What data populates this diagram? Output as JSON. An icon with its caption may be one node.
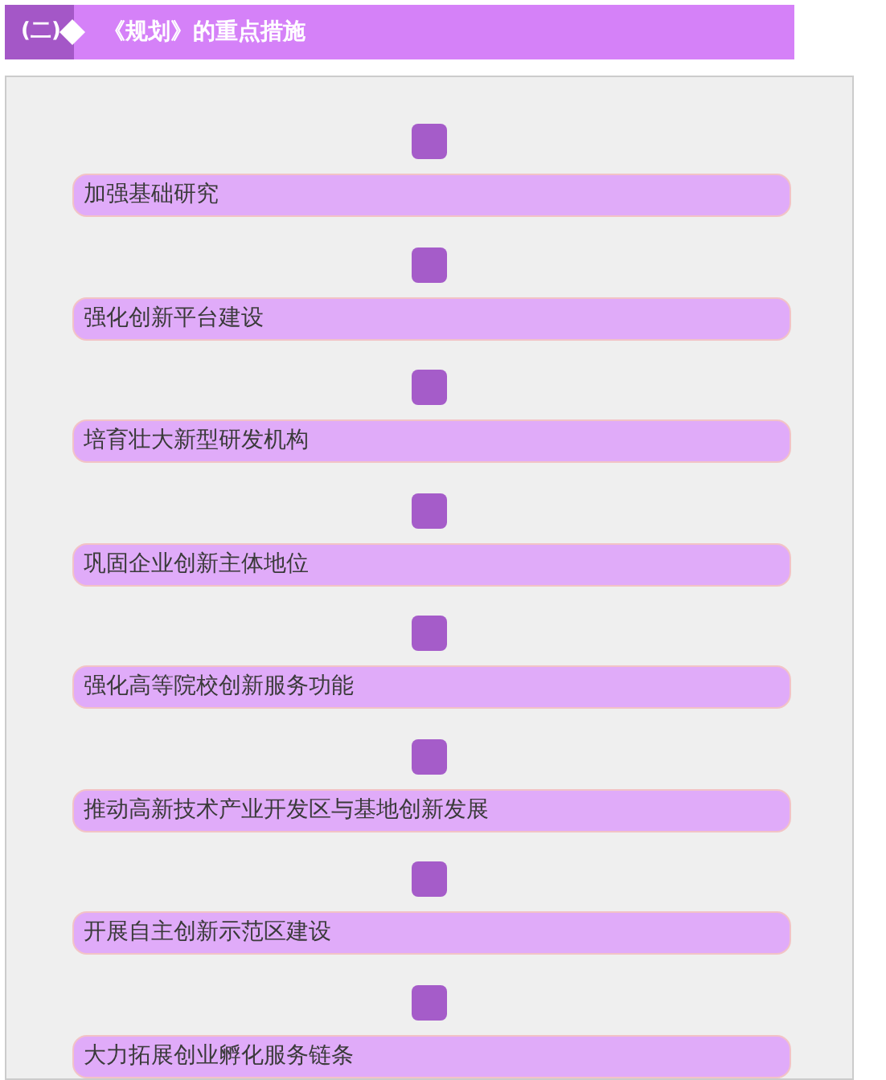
{
  "diagram": {
    "title": "《规划》的重点措施",
    "labels": [
      "(二)"
    ],
    "nodes": [
      {
        "text": [],
        "shape": "box"
      },
      {
        "text": [
          "加强基础研究"
        ],
        "in": 0
      },
      {
        "text": [
          "强化创新平台建设"
        ],
        "in": 0
      },
      {
        "text": [
          "培育壮大新型研发机构"
        ],
        "in": 0
      },
      {
        "text": [
          "巩固企业创新主体地位"
        ],
        "in": 0
      },
      {
        "text": [
          "强化高等院校创新服务功能"
        ],
        "in": 0
      },
      {
        "text": [
          "推动高新技术产业开发区与基地创新发展"
        ],
        "in": 0
      },
      {
        "text": [
          "开展自主创新示范区建设"
        ],
        "in": 0
      },
      {
        "text": [
          "大力拓展创业孵化服务链条"
        ],
        "in": 0
      }
    ]
  }
}
